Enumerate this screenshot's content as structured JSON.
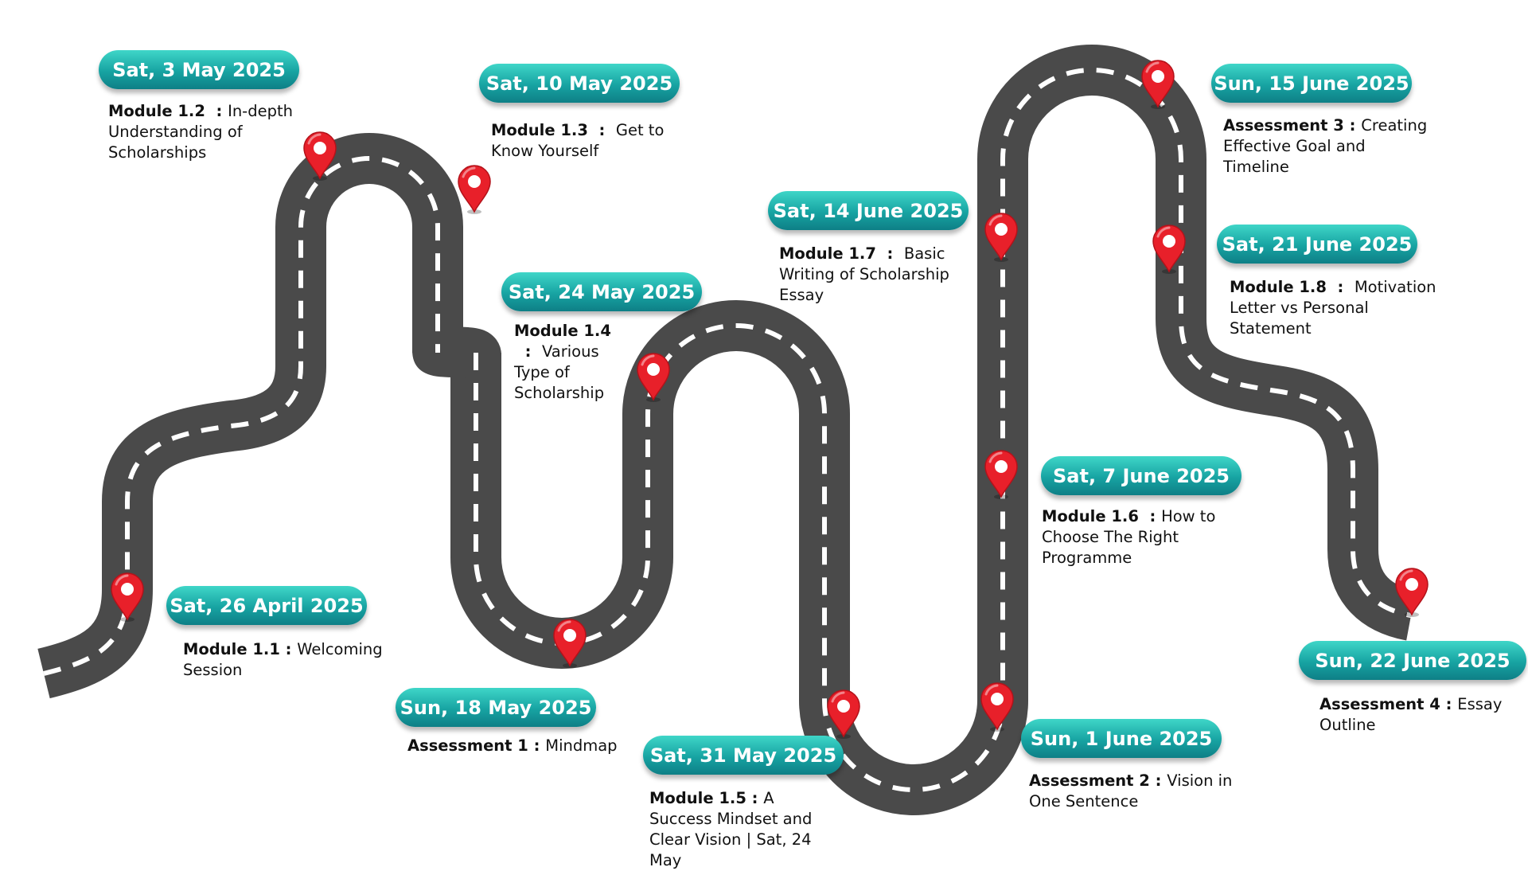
{
  "colors": {
    "road": "#4a4a4a",
    "road_dash": "#ffffff",
    "pin": "#e8202a",
    "pill_top": "#3fd6c8",
    "pill_bottom": "#0e7f86",
    "pill_text": "#ffffff"
  },
  "icons": {
    "marker": "map-pin-icon"
  },
  "milestones": [
    {
      "date": "Sat, 26 April 2025",
      "code": "Module 1.1",
      "sep": " : ",
      "title": "Welcoming Session"
    },
    {
      "date": "Sat, 3 May 2025",
      "code": "Module 1.2",
      "sep": "  : ",
      "title": "In-depth Understanding of Scholarships"
    },
    {
      "date": "Sat, 10 May 2025",
      "code": "Module 1.3",
      "sep": "  :  ",
      "title": "Get to Know Yourself"
    },
    {
      "date": "Sun, 18 May 2025",
      "code": "Assessment 1",
      "sep": " : ",
      "title": "Mindmap"
    },
    {
      "date": "Sat, 24 May 2025",
      "code": "Module 1.4",
      "sep": "  :  ",
      "title": "Various Type of Scholarship"
    },
    {
      "date": "Sat, 31 May 2025",
      "code": "Module 1.5",
      "sep": " : ",
      "title": "A Success Mindset and Clear Vision | Sat, 24 May"
    },
    {
      "date": "Sat, 14 June 2025",
      "code": "Module 1.7",
      "sep": "  :  ",
      "title": "Basic Writing of Scholarship Essay"
    },
    {
      "date": "Sun, 1 June 2025",
      "code": "Assessment 2",
      "sep": " : ",
      "title": "Vision in One Sentence"
    },
    {
      "date": "Sat, 7 June 2025",
      "code": "Module 1.6",
      "sep": "  : ",
      "title": "How to Choose The Right Programme"
    },
    {
      "date": "Sun, 15 June 2025",
      "code": "Assessment 3",
      "sep": " : ",
      "title": "Creating Effective Goal and Timeline"
    },
    {
      "date": "Sat, 21 June 2025",
      "code": "Module 1.8",
      "sep": "  :  ",
      "title": "Motivation Letter vs Personal Statement"
    },
    {
      "date": "Sun, 22 June 2025",
      "code": "Assessment 4",
      "sep": " : ",
      "title": "Essay Outline"
    }
  ]
}
